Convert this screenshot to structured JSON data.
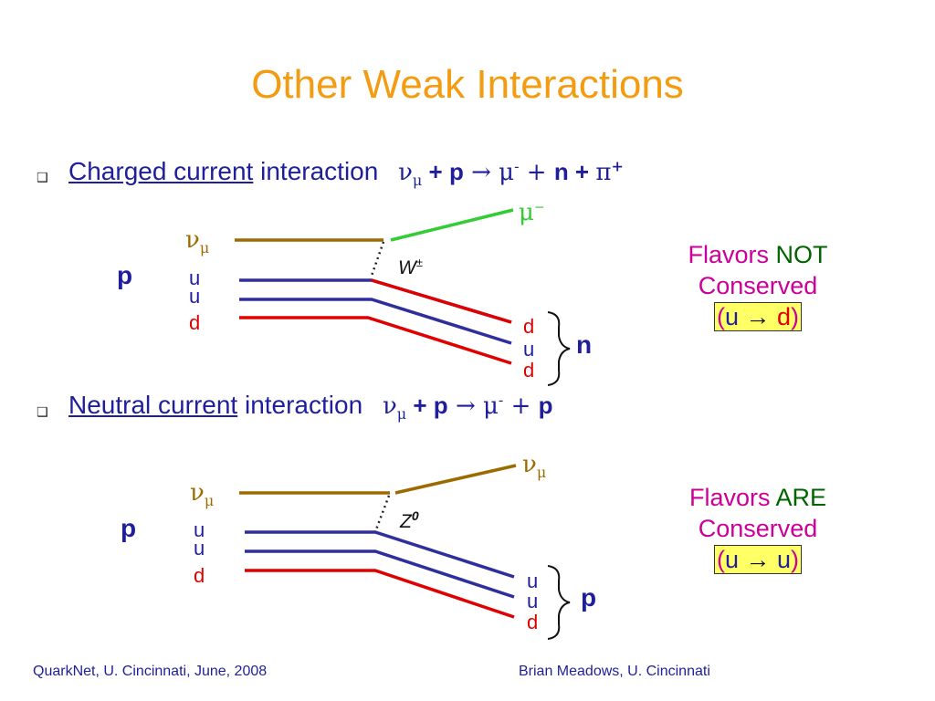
{
  "slide": {
    "title": "Other Weak Interactions",
    "bullet_mark": "❑",
    "footer_left": "QuarkNet, U. Cincinnati, June, 2008",
    "footer_right": "Brian Meadows, U. Cincinnati"
  },
  "colors": {
    "title": "#f39c12",
    "neutrino_line": "#9c6b00",
    "muon_line": "#33cc33",
    "u_quark_line": "#2e2e9c",
    "d_quark_line": "#e00000",
    "boson_line": "#222222",
    "text_navy": "#1f1f9c",
    "magenta": "#cc0099",
    "dark_green": "#006400",
    "highlight": "#ffff66"
  },
  "charged": {
    "label": "Charged current",
    "rest": " interaction",
    "eq": {
      "nu": "ν",
      "mu_sub": "μ",
      "plus1": " + ",
      "p": "p",
      "arrow": " → ",
      "mu": "μ",
      "mu_sup": "-",
      "plus2": " + ",
      "n": "n",
      "plus3": " + ",
      "pi": "π",
      "pi_sup": "+"
    },
    "diagram": {
      "nu_in": "ν",
      "nu_sub": "μ",
      "mu_out": "μ",
      "mu_sup": "−",
      "boson": "W",
      "boson_sup": "±",
      "proton": "p",
      "quarks_in": [
        "u",
        "u",
        "d"
      ],
      "quarks_out": [
        "d",
        "u",
        "d"
      ],
      "hadron_out": "n"
    },
    "note": {
      "line1a": "Flavors ",
      "line1b": "NOT",
      "line2": "Conserved",
      "open": "(",
      "from": "u",
      "arrow": " → ",
      "to": "d",
      "close": ")"
    }
  },
  "neutral": {
    "label": "Neutral current",
    "rest": " interaction",
    "eq": {
      "nu": "ν",
      "mu_sub": "μ",
      "plus1": " + ",
      "p": "p",
      "arrow": " → ",
      "mu": "μ",
      "mu_sup": "-",
      "plus2": " + ",
      "p2": "p"
    },
    "diagram": {
      "nu_in": "ν",
      "nu_sub": "μ",
      "nu_out": "ν",
      "nu_out_sub": "μ",
      "boson": "Z",
      "boson_sup": "0",
      "proton": "p",
      "quarks_in": [
        "u",
        "u",
        "d"
      ],
      "quarks_out": [
        "u",
        "u",
        "d"
      ],
      "hadron_out": "p"
    },
    "note": {
      "line1a": "Flavors ",
      "line1b": "ARE",
      "line2": "Conserved",
      "open": "(",
      "from": "u",
      "arrow": " → ",
      "to": "u",
      "close": ")"
    }
  }
}
